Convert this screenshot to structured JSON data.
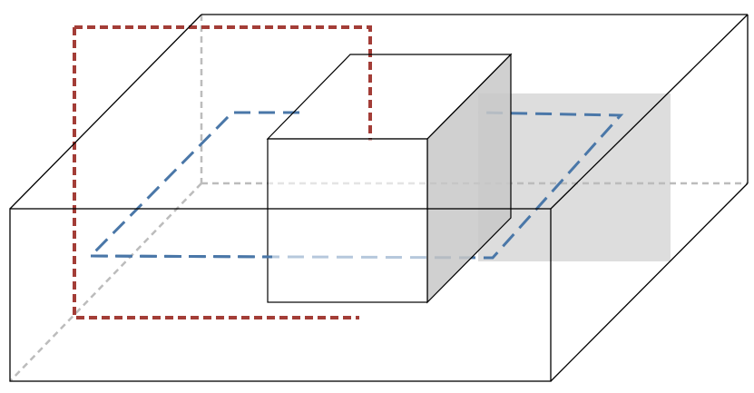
{
  "diagram": {
    "description_items": [
      "outer-box",
      "inner-cube",
      "horizontal-cut-plane",
      "vertical-cut-plane",
      "side-shaded-panel"
    ],
    "colors": {
      "outline": "#000000",
      "hidden_edge": "#bcbcbc",
      "horizontal_plane": "#4a77a8",
      "vertical_plane": "#a33d37",
      "shade_panel": "#cfcfcf",
      "cube_side": "#c8c8c8",
      "background": "#ffffff"
    }
  }
}
